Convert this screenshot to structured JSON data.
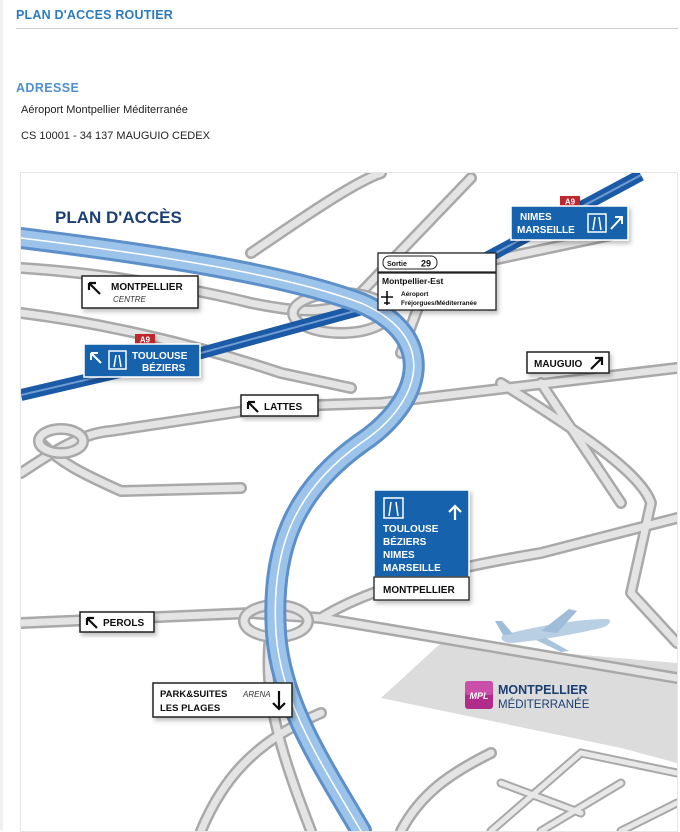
{
  "page": {
    "title": "PLAN D'ACCES ROUTIER"
  },
  "address": {
    "heading": "ADRESSE",
    "line1": "Aéroport Montpellier Méditerranée",
    "line2": "CS 10001 - 34 137 MAUGUIO CEDEX"
  },
  "map": {
    "title": "PLAN D'ACCÈS",
    "highway_badge": "A9",
    "signs": {
      "nimes_marseille": {
        "line1": "NIMES",
        "line2": "MARSEILLE",
        "badge": "A9"
      },
      "toulouse_beziers": {
        "line1": "TOULOUSE",
        "line2": "BÉZIERS",
        "badge": "A9"
      },
      "montpellier_centre": {
        "line1": "MONTPELLIER",
        "line2": "CENTRE"
      },
      "exit": {
        "sortie_label": "Sortie",
        "sortie_number": "29",
        "line1": "Montpellier-Est",
        "airport_line1": "Aéroport",
        "airport_line2": "Fréjorgues/Méditerranée"
      },
      "mauguio": {
        "label": "MAUGUIO"
      },
      "lattes": {
        "label": "LATTES"
      },
      "blue_direction": {
        "line1": "TOULOUSE",
        "line2": "BÉZIERS",
        "line3": "NIMES",
        "line4": "MARSEILLE",
        "footer": "MONTPELLIER"
      },
      "perols": {
        "label": "PEROLS"
      },
      "park_suites": {
        "line1": "PARK&SUITES",
        "line1_italic": "ARENA",
        "line2": "LES PLAGES"
      }
    },
    "airport_logo": {
      "badge": "MPL",
      "line1": "MONTPELLIER",
      "line2": "MÉDITERRANÉE"
    },
    "colors": {
      "road": "#c8c8c8",
      "road_edge": "#a9a9a9",
      "highway": "#1b5aa6",
      "highway_light": "#8fbbe3",
      "sign_blue": "#1762ad",
      "badge_red": "#c0262e",
      "title": "#1c3f73"
    }
  }
}
